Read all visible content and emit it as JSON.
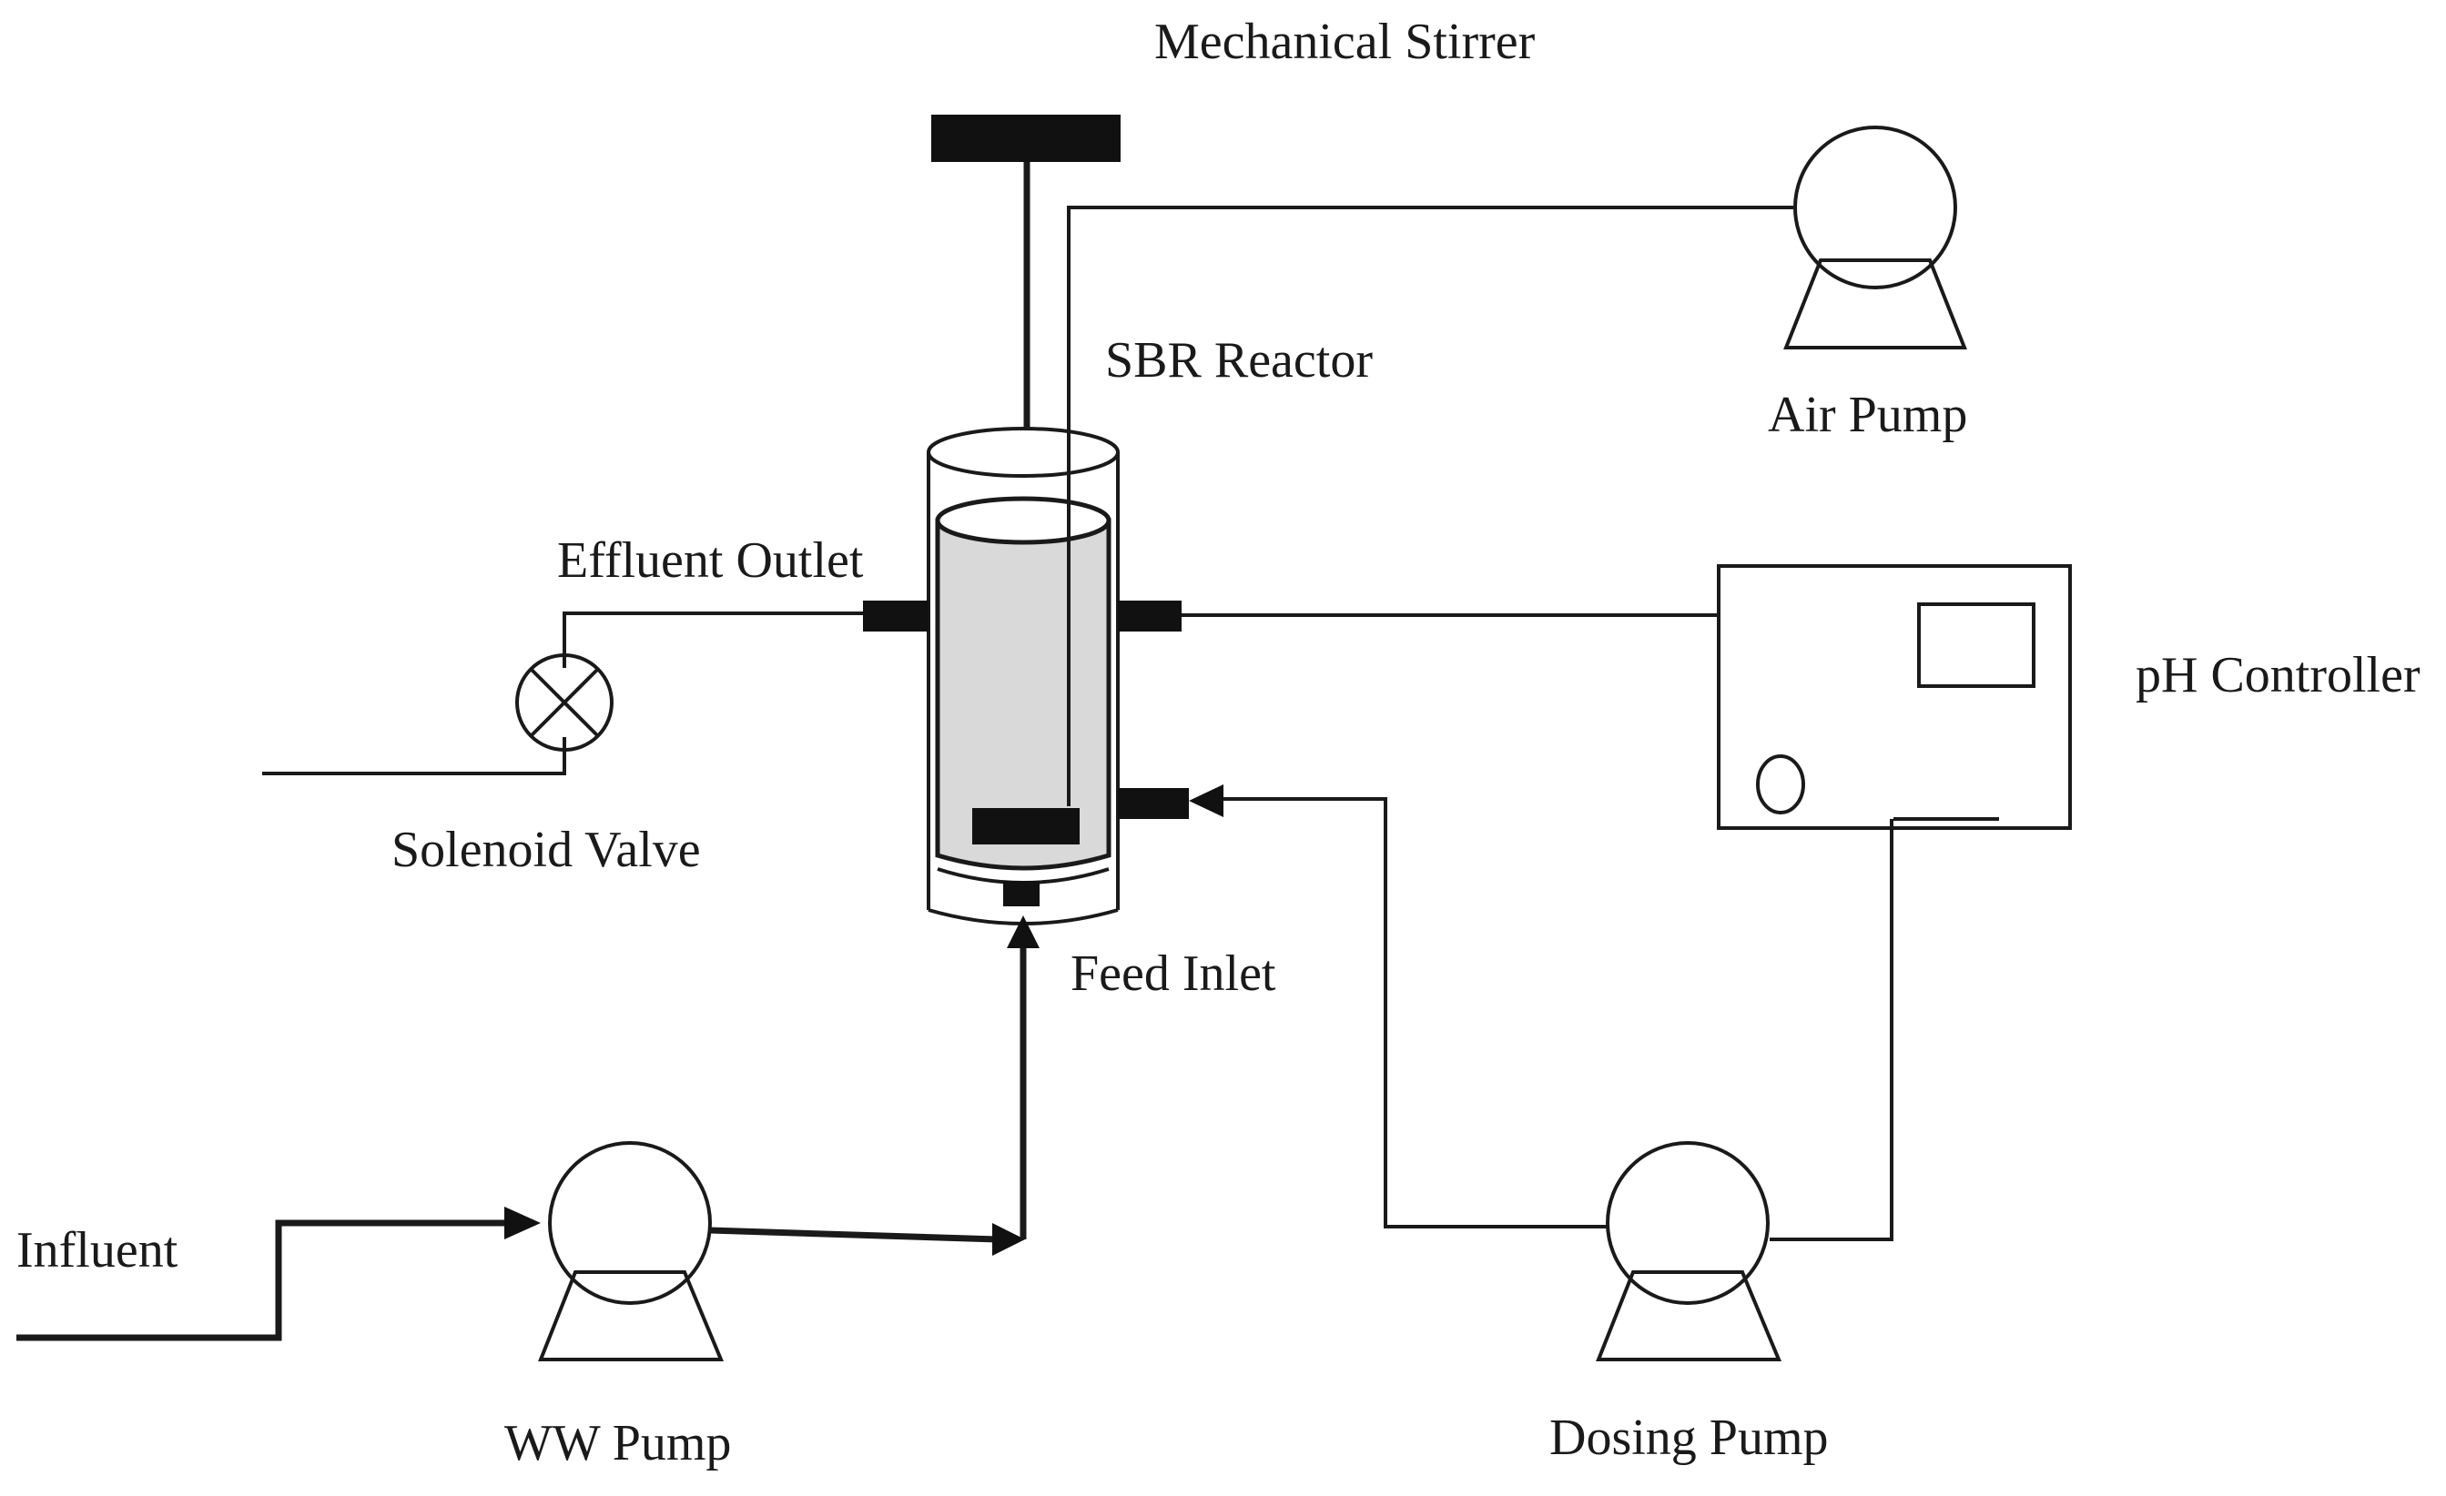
{
  "labels": {
    "stirrer": "Mechanical Stirrer",
    "reactor": "SBR Reactor",
    "air_pump": "Air Pump",
    "effluent": "Effluent Outlet",
    "ph_controller": "pH Controller",
    "solenoid": "Solenoid Valve",
    "feed_inlet": "Feed Inlet",
    "influent": "Influent",
    "ww_pump": "WW Pump",
    "dosing_pump": "Dosing Pump"
  },
  "colors": {
    "line": "#1a1a1a",
    "fill_dark": "#111111",
    "liquid": "#d9d9d9",
    "background": "#ffffff"
  }
}
